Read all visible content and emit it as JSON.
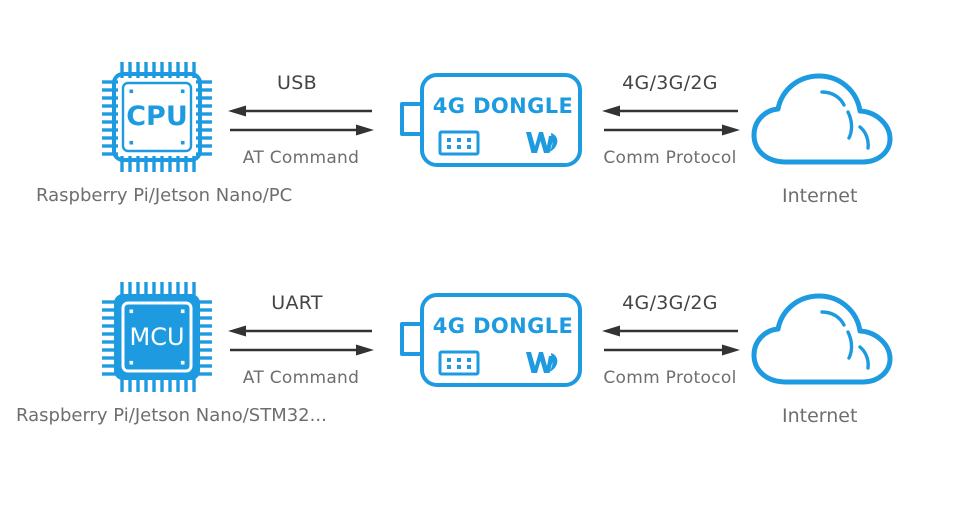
{
  "theme": {
    "accent": "#1E9BE0",
    "arrow": "#333333",
    "label_dark": "#444444",
    "label_gray": "#6e6e6e",
    "background": "#ffffff"
  },
  "rows": [
    {
      "id": "row-cpu",
      "host": {
        "icon": "cpu-chip-icon",
        "chip_label": "CPU",
        "style": "outline",
        "caption": "Raspberry Pi/Jetson Nano/PC"
      },
      "link_left": {
        "top_label": "USB",
        "bottom_label": "AT Command"
      },
      "dongle": {
        "title": "4G DONGLE",
        "connector_icon": "sim-pins-icon",
        "brand_icon": "waveshare-logo-icon"
      },
      "link_right": {
        "top_label": "4G/3G/2G",
        "bottom_label": "Comm Protocol"
      },
      "network": {
        "icon": "cloud-icon",
        "caption": "Internet"
      }
    },
    {
      "id": "row-mcu",
      "host": {
        "icon": "mcu-chip-icon",
        "chip_label": "MCU",
        "style": "filled",
        "caption": "Raspberry Pi/Jetson Nano/STM32..."
      },
      "link_left": {
        "top_label": "UART",
        "bottom_label": "AT Command"
      },
      "dongle": {
        "title": "4G DONGLE",
        "connector_icon": "sim-pins-icon",
        "brand_icon": "waveshare-logo-icon"
      },
      "link_right": {
        "top_label": "4G/3G/2G",
        "bottom_label": "Comm Protocol"
      },
      "network": {
        "icon": "cloud-icon",
        "caption": "Internet"
      }
    }
  ]
}
